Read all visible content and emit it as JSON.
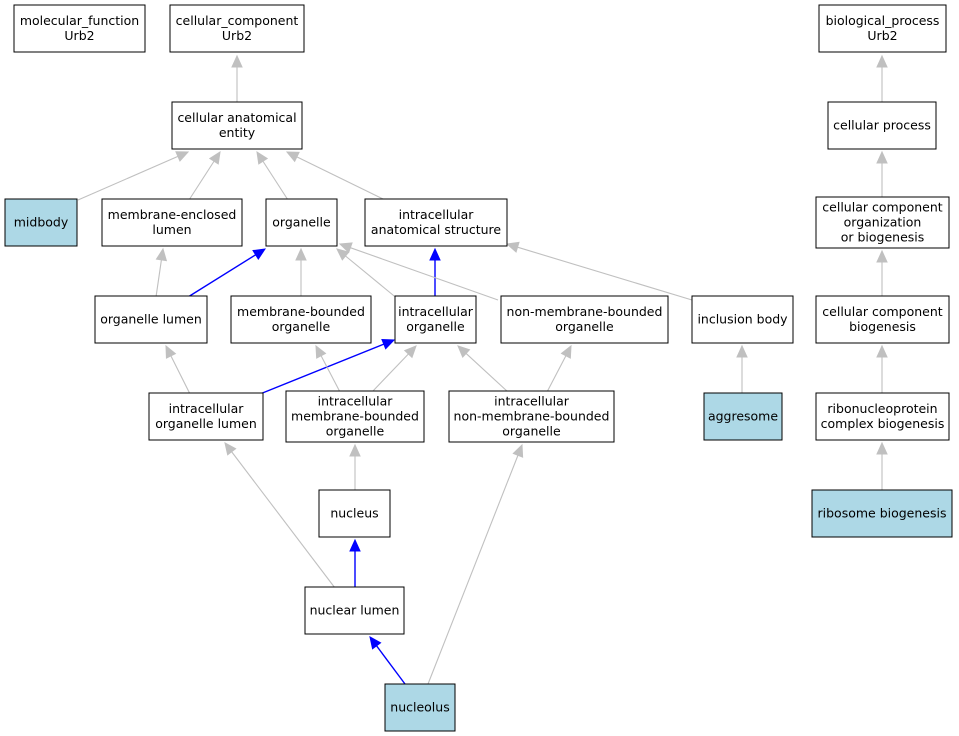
{
  "colors": {
    "node_fill": "#ffffff",
    "node_highlight_fill": "#add8e6",
    "node_stroke": "#000000",
    "edge_default": "#c0c0c0",
    "edge_highlight": "#0000ff",
    "background": "#ffffff"
  },
  "nodes": [
    {
      "id": "mf_urb2",
      "lines": [
        "molecular_function",
        "Urb2"
      ],
      "highlighted": false
    },
    {
      "id": "cc_urb2",
      "lines": [
        "cellular_component",
        "Urb2"
      ],
      "highlighted": false
    },
    {
      "id": "bp_urb2",
      "lines": [
        "biological_process",
        "Urb2"
      ],
      "highlighted": false
    },
    {
      "id": "cellular_anatomical_entity",
      "lines": [
        "cellular anatomical",
        "entity"
      ],
      "highlighted": false
    },
    {
      "id": "cellular_process",
      "lines": [
        "cellular process"
      ],
      "highlighted": false
    },
    {
      "id": "midbody",
      "lines": [
        "midbody"
      ],
      "highlighted": true
    },
    {
      "id": "membrane_enclosed_lumen",
      "lines": [
        "membrane-enclosed",
        "lumen"
      ],
      "highlighted": false
    },
    {
      "id": "organelle",
      "lines": [
        "organelle"
      ],
      "highlighted": false
    },
    {
      "id": "intracellular_anatomical_structure",
      "lines": [
        "intracellular",
        "anatomical structure"
      ],
      "highlighted": false
    },
    {
      "id": "cc_org_biogenesis",
      "lines": [
        "cellular component",
        "organization",
        "or biogenesis"
      ],
      "highlighted": false
    },
    {
      "id": "organelle_lumen",
      "lines": [
        "organelle lumen"
      ],
      "highlighted": false
    },
    {
      "id": "membrane_bounded_organelle",
      "lines": [
        "membrane-bounded",
        "organelle"
      ],
      "highlighted": false
    },
    {
      "id": "intracellular_organelle",
      "lines": [
        "intracellular",
        "organelle"
      ],
      "highlighted": false
    },
    {
      "id": "non_membrane_bounded_organelle",
      "lines": [
        "non-membrane-bounded",
        "organelle"
      ],
      "highlighted": false
    },
    {
      "id": "inclusion_body",
      "lines": [
        "inclusion body"
      ],
      "highlighted": false
    },
    {
      "id": "cc_biogenesis",
      "lines": [
        "cellular component",
        "biogenesis"
      ],
      "highlighted": false
    },
    {
      "id": "intracellular_organelle_lumen",
      "lines": [
        "intracellular",
        "organelle lumen"
      ],
      "highlighted": false
    },
    {
      "id": "intracellular_mbo",
      "lines": [
        "intracellular",
        "membrane-bounded",
        "organelle"
      ],
      "highlighted": false
    },
    {
      "id": "intracellular_nmbo",
      "lines": [
        "intracellular",
        "non-membrane-bounded",
        "organelle"
      ],
      "highlighted": false
    },
    {
      "id": "aggresome",
      "lines": [
        "aggresome"
      ],
      "highlighted": true
    },
    {
      "id": "rnp_biogenesis",
      "lines": [
        "ribonucleoprotein",
        "complex biogenesis"
      ],
      "highlighted": false
    },
    {
      "id": "nucleus",
      "lines": [
        "nucleus"
      ],
      "highlighted": false
    },
    {
      "id": "ribosome_biogenesis",
      "lines": [
        "ribosome biogenesis"
      ],
      "highlighted": true
    },
    {
      "id": "nuclear_lumen",
      "lines": [
        "nuclear lumen"
      ],
      "highlighted": false
    },
    {
      "id": "nucleolus",
      "lines": [
        "nucleolus"
      ],
      "highlighted": true
    }
  ],
  "edges": [
    {
      "from": "cellular_anatomical_entity",
      "to": "cc_urb2",
      "highlighted": false
    },
    {
      "from": "midbody",
      "to": "cellular_anatomical_entity",
      "highlighted": false
    },
    {
      "from": "membrane_enclosed_lumen",
      "to": "cellular_anatomical_entity",
      "highlighted": false
    },
    {
      "from": "organelle",
      "to": "cellular_anatomical_entity",
      "highlighted": false
    },
    {
      "from": "intracellular_anatomical_structure",
      "to": "cellular_anatomical_entity",
      "highlighted": false
    },
    {
      "from": "organelle_lumen",
      "to": "membrane_enclosed_lumen",
      "highlighted": false
    },
    {
      "from": "organelle_lumen",
      "to": "organelle",
      "highlighted": true
    },
    {
      "from": "membrane_bounded_organelle",
      "to": "organelle",
      "highlighted": false
    },
    {
      "from": "intracellular_organelle",
      "to": "organelle",
      "highlighted": false
    },
    {
      "from": "intracellular_organelle",
      "to": "intracellular_anatomical_structure",
      "highlighted": true
    },
    {
      "from": "non_membrane_bounded_organelle",
      "to": "organelle",
      "highlighted": false
    },
    {
      "from": "inclusion_body",
      "to": "intracellular_anatomical_structure",
      "highlighted": false
    },
    {
      "from": "intracellular_organelle_lumen",
      "to": "organelle_lumen",
      "highlighted": false
    },
    {
      "from": "intracellular_organelle_lumen",
      "to": "intracellular_organelle",
      "highlighted": true
    },
    {
      "from": "intracellular_mbo",
      "to": "membrane_bounded_organelle",
      "highlighted": false
    },
    {
      "from": "intracellular_mbo",
      "to": "intracellular_organelle",
      "highlighted": false
    },
    {
      "from": "intracellular_nmbo",
      "to": "intracellular_organelle",
      "highlighted": false
    },
    {
      "from": "intracellular_nmbo",
      "to": "non_membrane_bounded_organelle",
      "highlighted": false
    },
    {
      "from": "aggresome",
      "to": "inclusion_body",
      "highlighted": false
    },
    {
      "from": "nucleus",
      "to": "intracellular_mbo",
      "highlighted": false
    },
    {
      "from": "nuclear_lumen",
      "to": "nucleus",
      "highlighted": true
    },
    {
      "from": "nuclear_lumen",
      "to": "intracellular_organelle_lumen",
      "highlighted": false
    },
    {
      "from": "nucleolus",
      "to": "nuclear_lumen",
      "highlighted": true
    },
    {
      "from": "nucleolus",
      "to": "intracellular_nmbo",
      "highlighted": false
    },
    {
      "from": "cellular_process",
      "to": "bp_urb2",
      "highlighted": false
    },
    {
      "from": "cc_org_biogenesis",
      "to": "cellular_process",
      "highlighted": false
    },
    {
      "from": "cc_biogenesis",
      "to": "cc_org_biogenesis",
      "highlighted": false
    },
    {
      "from": "rnp_biogenesis",
      "to": "cc_biogenesis",
      "highlighted": false
    },
    {
      "from": "ribosome_biogenesis",
      "to": "rnp_biogenesis",
      "highlighted": false
    }
  ]
}
